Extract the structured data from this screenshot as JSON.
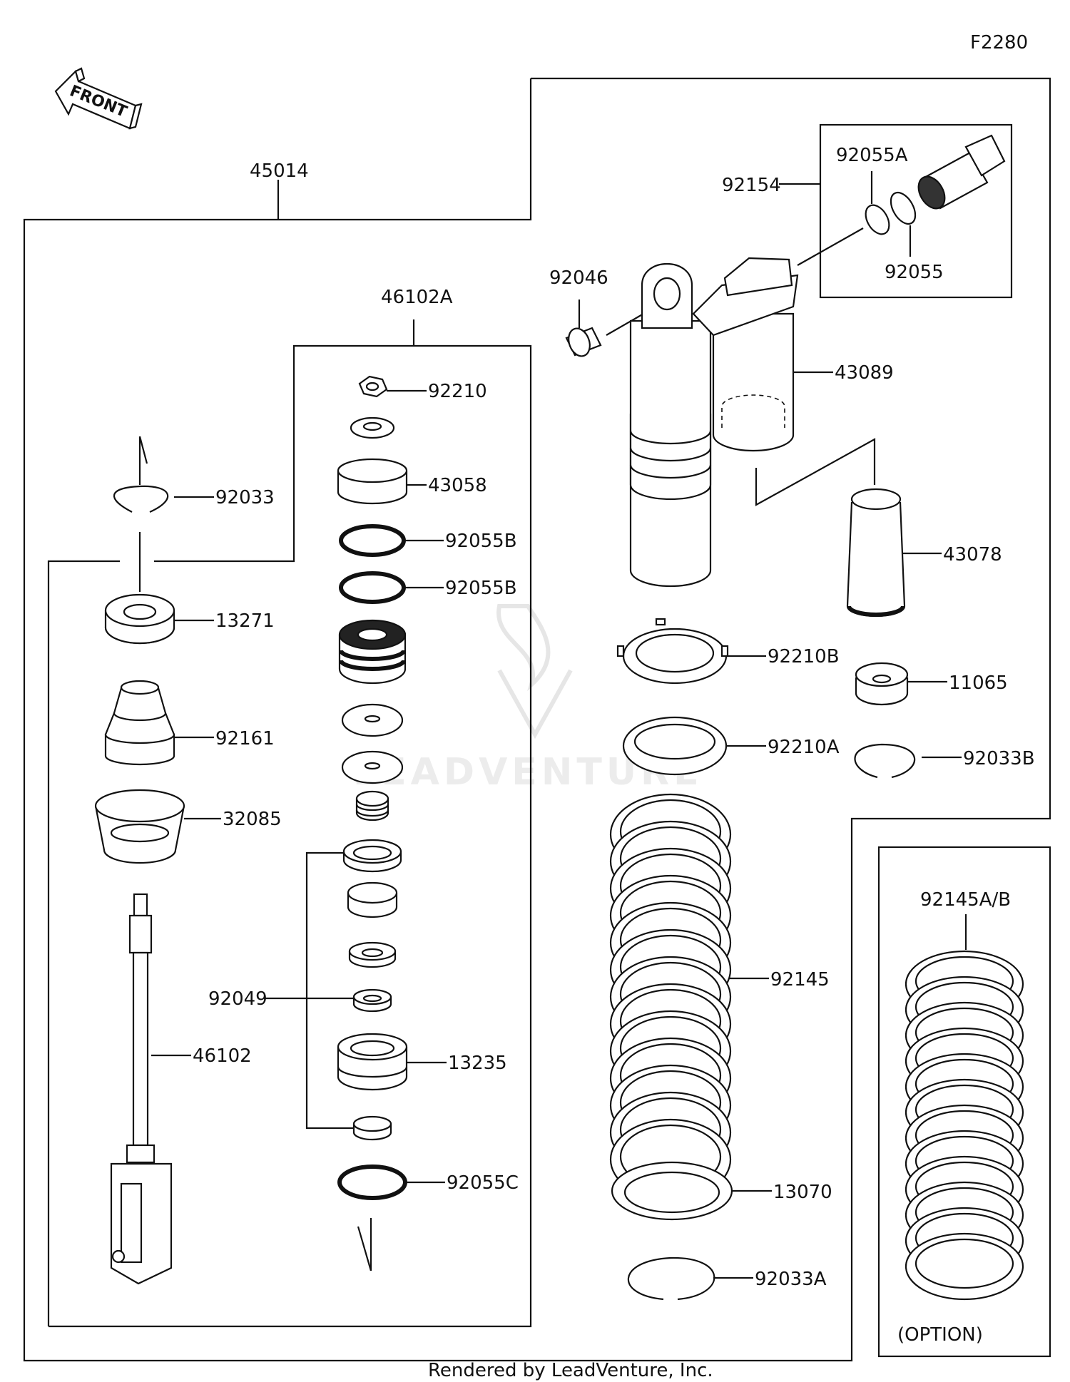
{
  "diagram_code": "F2280",
  "front_label": "FRONT",
  "option_label": "(OPTION)",
  "footer": "Rendered by LeadVenture, Inc.",
  "watermark": "LEADVENTURE",
  "parts": {
    "p45014": "45014",
    "p46102A": "46102A",
    "p92210": "92210",
    "p43058": "43058",
    "p92055B_1": "92055B",
    "p92055B_2": "92055B",
    "p92033": "92033",
    "p13271": "13271",
    "p92161": "92161",
    "p32085": "32085",
    "p92049": "92049",
    "p46102": "46102",
    "p13235": "13235",
    "p92055C": "92055C",
    "p92046": "92046",
    "p92154": "92154",
    "p92055A": "92055A",
    "p92055": "92055",
    "p43089": "43089",
    "p43078": "43078",
    "p92210B": "92210B",
    "p11065": "11065",
    "p92210A": "92210A",
    "p92033B": "92033B",
    "p92145": "92145",
    "p13070": "13070",
    "p92033A": "92033A",
    "p92145AB": "92145A/B"
  }
}
